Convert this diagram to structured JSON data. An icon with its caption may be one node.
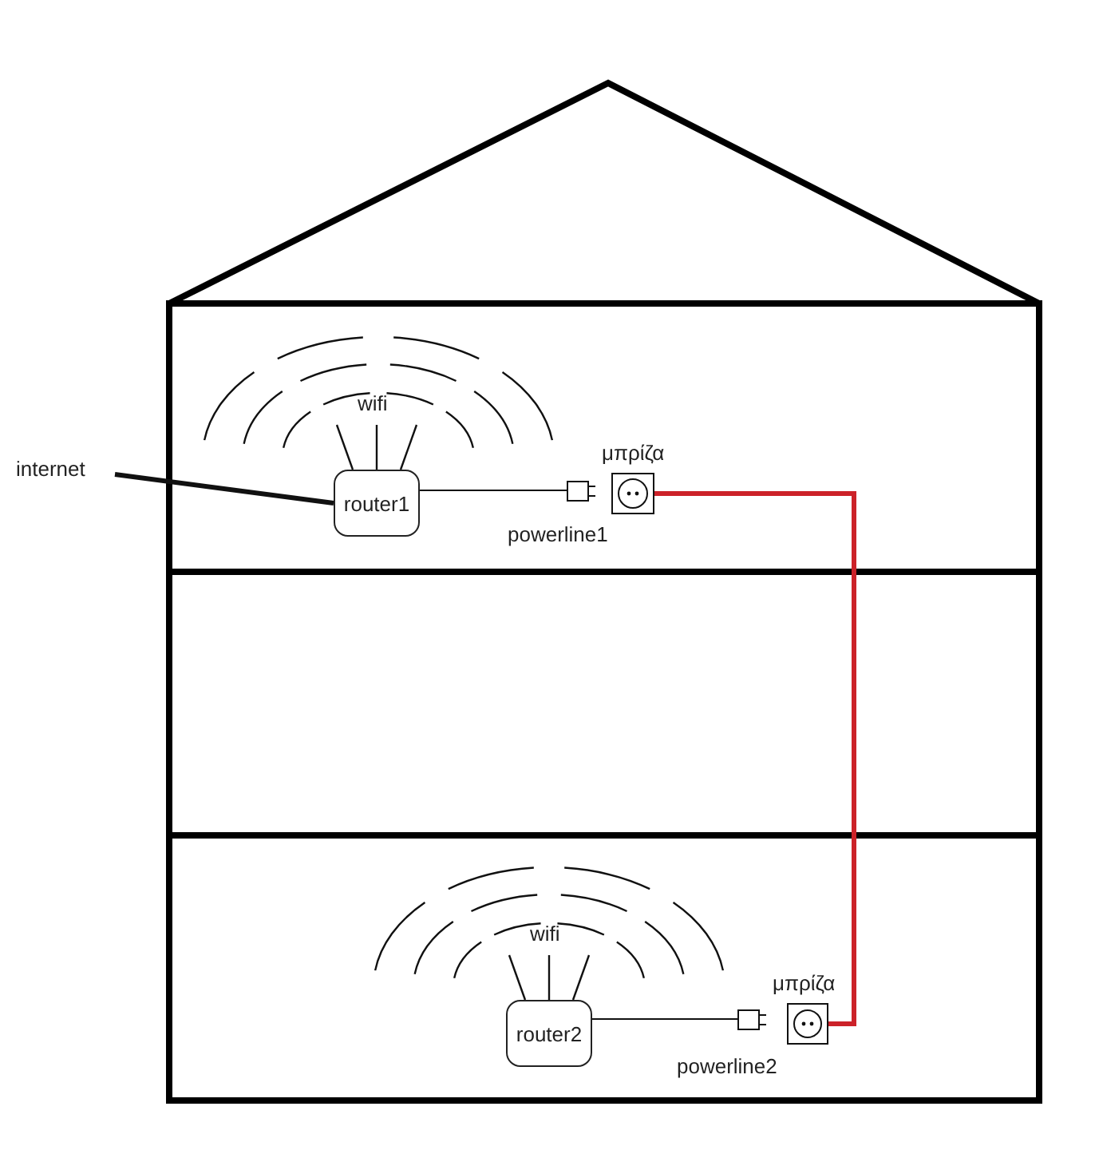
{
  "diagram": {
    "nodes": [
      {
        "text": [
          "internet"
        ]
      },
      {
        "text": [
          "router1"
        ],
        "beside": [
          "wifi"
        ]
      },
      {
        "text": [
          "powerline1"
        ]
      },
      {
        "text": [
          "μπρίζα"
        ]
      },
      {
        "text": [
          "μπρίζα"
        ]
      },
      {
        "text": [
          "powerline2"
        ]
      },
      {
        "text": [
          "router2"
        ],
        "beside": [
          "wifi"
        ]
      }
    ],
    "edges": [
      {
        "from": 0,
        "to": 1,
        "arrow": "none",
        "style": "thick"
      },
      {
        "from": 1,
        "to": 2,
        "arrow": "none"
      },
      {
        "from": 3,
        "to": 4,
        "arrow": "none",
        "style": "thick",
        "color": "#cc2229"
      },
      {
        "from": 6,
        "to": 5,
        "arrow": "none"
      }
    ]
  }
}
